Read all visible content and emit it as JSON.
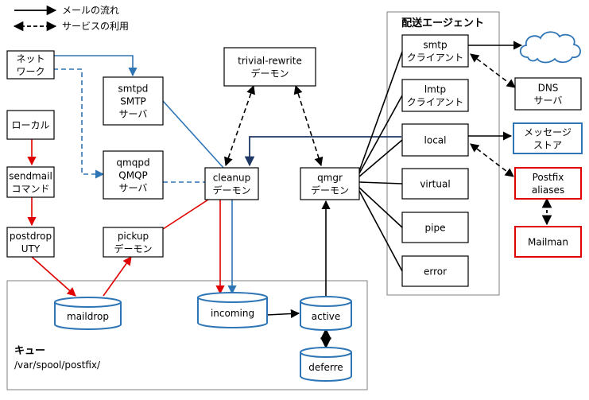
{
  "legend": {
    "mail_flow": "メールの流れ",
    "service_use": "サービスの利用"
  },
  "groups": {
    "delivery_agents_title": "配送エージェント",
    "queue_title": "キュー",
    "queue_path": "/var/spool/postfix/"
  },
  "nodes": {
    "network": {
      "lines": [
        "ネット",
        "ワーク"
      ]
    },
    "local_src": {
      "lines": [
        "ローカル"
      ]
    },
    "sendmail": {
      "lines": [
        "sendmail",
        "コマンド"
      ]
    },
    "postdrop": {
      "lines": [
        "postdrop",
        "UTY"
      ]
    },
    "smtpd": {
      "lines": [
        "smtpd",
        "SMTP",
        "サーバ"
      ]
    },
    "qmqpd": {
      "lines": [
        "qmqpd",
        "QMQP",
        "サーバ"
      ]
    },
    "pickup": {
      "lines": [
        "pickup",
        "デーモン"
      ]
    },
    "trivial_rewrite": {
      "lines": [
        "trivial-rewrite",
        "デーモン"
      ]
    },
    "cleanup": {
      "lines": [
        "cleanup",
        "デーモン"
      ]
    },
    "qmgr": {
      "lines": [
        "qmgr",
        "デーモン"
      ]
    },
    "smtp": {
      "lines": [
        "smtp",
        "クライアント"
      ]
    },
    "lmtp": {
      "lines": [
        "lmtp",
        "クライアント"
      ]
    },
    "local": {
      "lines": [
        "local"
      ]
    },
    "virtual": {
      "lines": [
        "virtual"
      ]
    },
    "pipe": {
      "lines": [
        "pipe"
      ]
    },
    "error": {
      "lines": [
        "error"
      ]
    },
    "dns": {
      "lines": [
        "DNS",
        "サーバ"
      ]
    },
    "message_store": {
      "lines": [
        "メッセージ",
        "ストア"
      ]
    },
    "postfix_aliases": {
      "lines": [
        "Postfix",
        "aliases"
      ]
    },
    "mailman": {
      "lines": [
        "Mailman"
      ]
    }
  },
  "queues": {
    "maildrop": "maildrop",
    "incoming": "incoming",
    "active": "active",
    "deferre": "deferre"
  },
  "colors": {
    "blue": "#2e75b6",
    "navy": "#1f3864",
    "red": "#e00000",
    "black": "#000000",
    "group_border": "#7f7f7f"
  }
}
